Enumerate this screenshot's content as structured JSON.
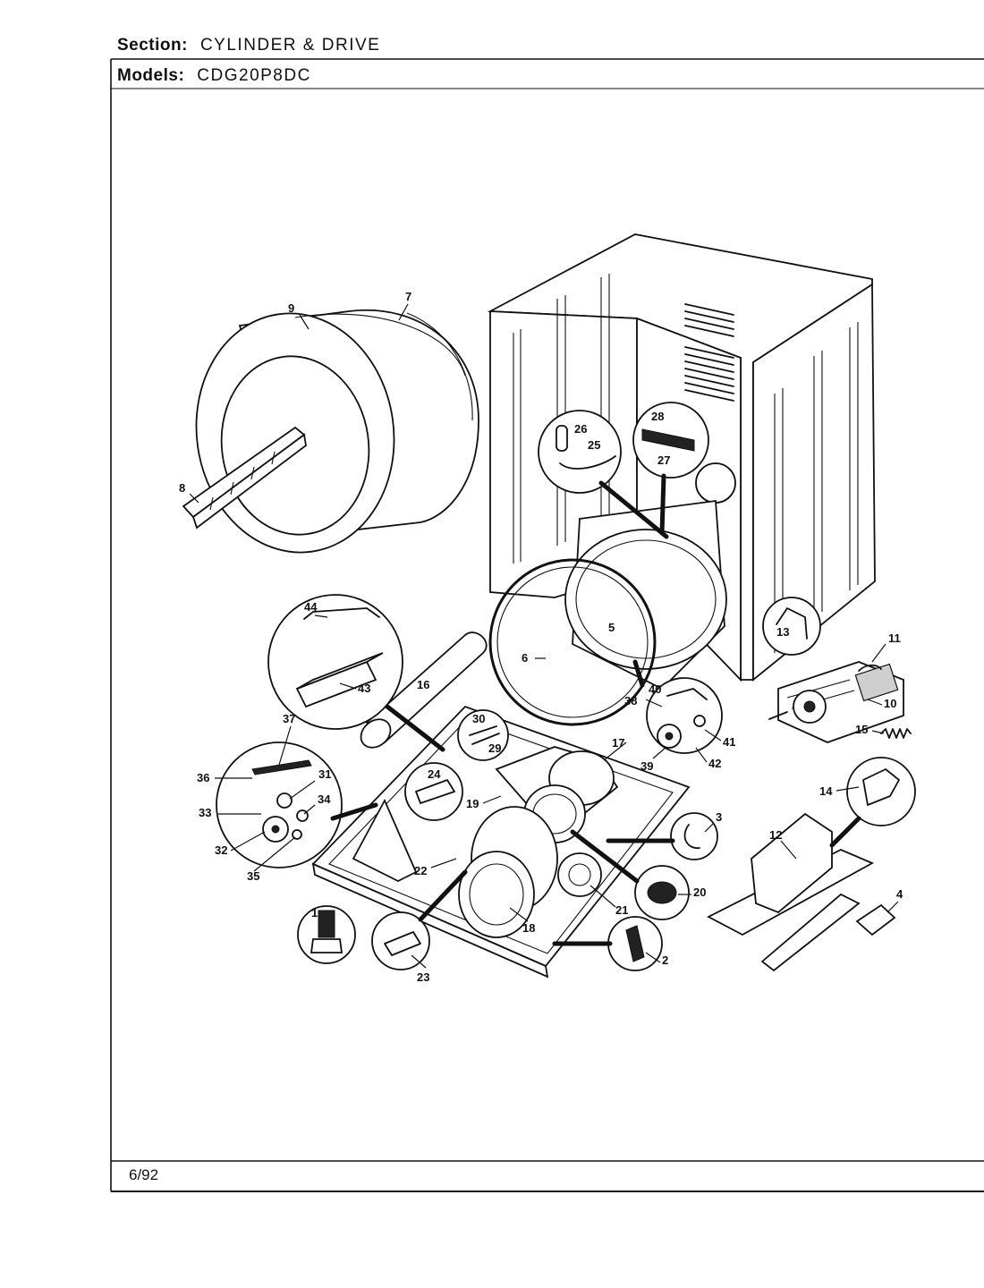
{
  "header": {
    "section_label": "Section:",
    "section_value": "CYLINDER & DRIVE",
    "models_label": "Models:",
    "models_value": "CDG20P8DC"
  },
  "footer": {
    "date": "6/92"
  },
  "callouts": [
    "1",
    "2",
    "3",
    "4",
    "5",
    "6",
    "7",
    "8",
    "9",
    "10",
    "11",
    "12",
    "13",
    "14",
    "15",
    "16",
    "17",
    "18",
    "19",
    "20",
    "21",
    "22",
    "23",
    "24",
    "25",
    "26",
    "27",
    "28",
    "29",
    "30",
    "31",
    "32",
    "33",
    "34",
    "35",
    "36",
    "37",
    "38",
    "39",
    "40",
    "41",
    "42",
    "43",
    "44"
  ]
}
